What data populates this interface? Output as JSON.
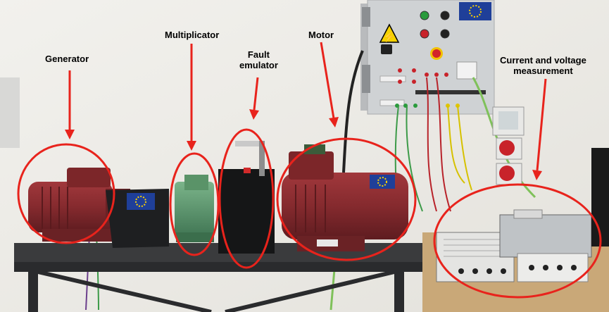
{
  "labels": {
    "generator": "Generator",
    "multiplicator": "Multiplicator",
    "fault_line1": "Fault",
    "fault_line2": "emulator",
    "motor": "Motor",
    "measure_line1": "Current and voltage",
    "measure_line2": "measurement"
  },
  "colors": {
    "annotation": "#e8231c",
    "motor_red": "#8a2a2e",
    "multiplicator_green": "#5f9a72",
    "eu_blue": "#1f3f99",
    "eu_star": "#ffd400"
  },
  "icons": {
    "warning": "high-voltage-warning-icon",
    "flag": "eu-flag-icon"
  }
}
